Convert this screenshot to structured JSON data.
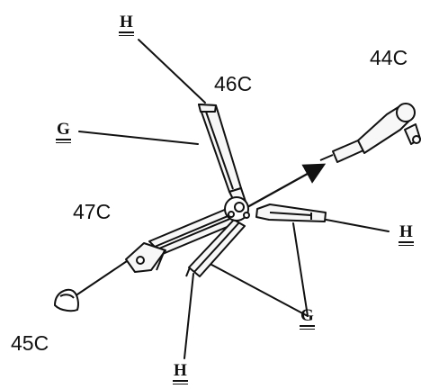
{
  "labels": {
    "part_44c": "44C",
    "part_45c": "45C",
    "part_46c": "46C",
    "part_47c": "47C",
    "h_top": "H",
    "h_right": "H",
    "h_bottom": "H",
    "g_left": "G",
    "g_bottom": "G"
  },
  "colors": {
    "ink": "#111111",
    "paper": "#ffffff",
    "fill": "#f7f7f7"
  }
}
